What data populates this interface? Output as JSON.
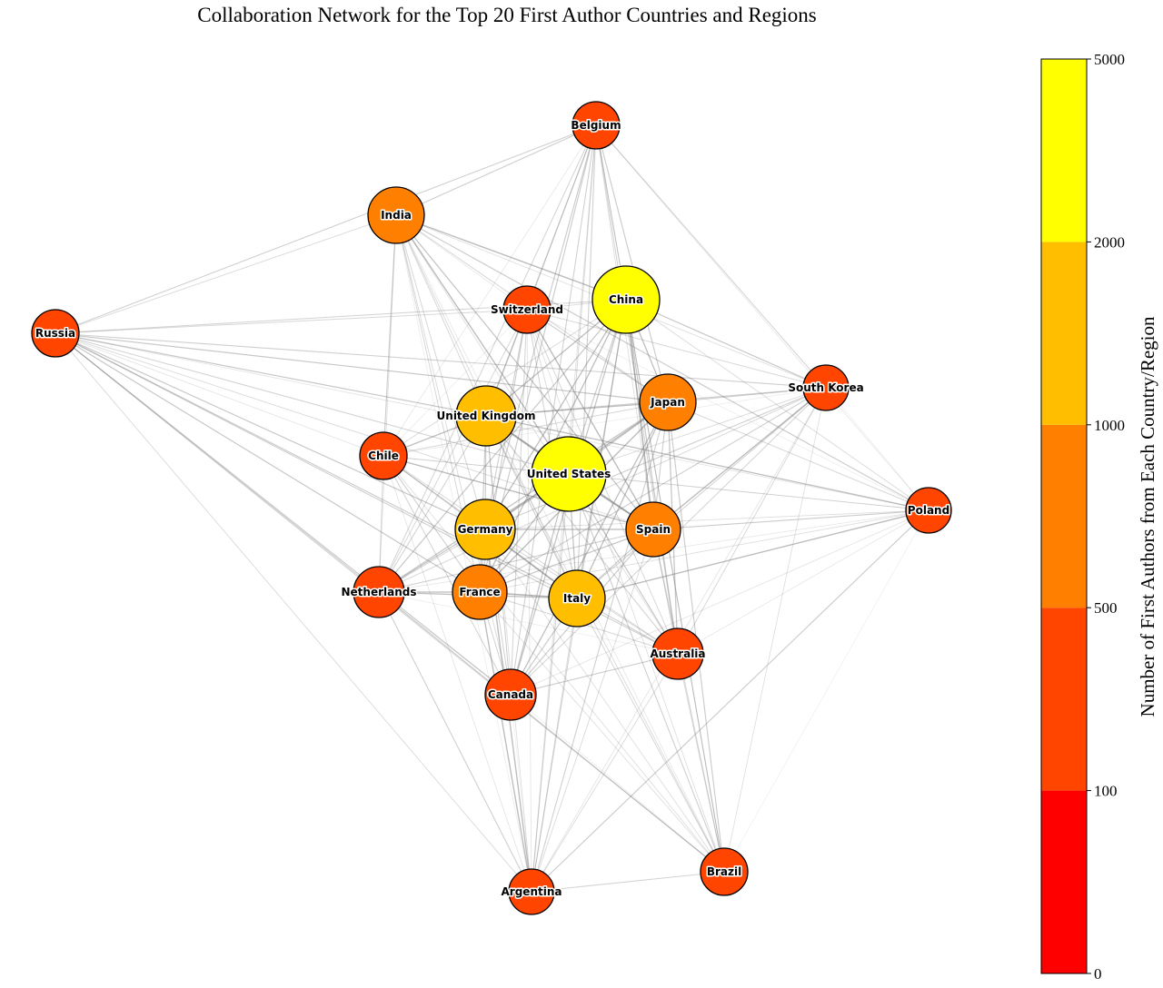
{
  "title": "Collaboration Network for the Top 20 First Author Countries and Regions",
  "colorbar": {
    "label": "Number of First Authors from Each Country/Region",
    "ticks": [
      "0",
      "100",
      "500",
      "1000",
      "2000",
      "5000"
    ],
    "bands": [
      {
        "from": "0",
        "to": "100",
        "color": "#ff0000"
      },
      {
        "from": "100",
        "to": "500",
        "color": "#ff4500"
      },
      {
        "from": "500",
        "to": "1000",
        "color": "#ff8000"
      },
      {
        "from": "1000",
        "to": "2000",
        "color": "#ffbf00"
      },
      {
        "from": "2000",
        "to": "5000",
        "color": "#ffff00"
      }
    ]
  },
  "nodes": [
    {
      "id": "belgium",
      "label": "Belgium",
      "color": "#ff4500"
    },
    {
      "id": "india",
      "label": "India",
      "color": "#ff8000"
    },
    {
      "id": "russia",
      "label": "Russia",
      "color": "#ff4500"
    },
    {
      "id": "switzerland",
      "label": "Switzerland",
      "color": "#ff4500"
    },
    {
      "id": "china",
      "label": "China",
      "color": "#ffff00"
    },
    {
      "id": "south_korea",
      "label": "South Korea",
      "color": "#ff4500"
    },
    {
      "id": "japan",
      "label": "Japan",
      "color": "#ff8000"
    },
    {
      "id": "united_kingdom",
      "label": "United Kingdom",
      "color": "#ffbf00"
    },
    {
      "id": "chile",
      "label": "Chile",
      "color": "#ff4500"
    },
    {
      "id": "united_states",
      "label": "United States",
      "color": "#ffff00"
    },
    {
      "id": "poland",
      "label": "Poland",
      "color": "#ff4500"
    },
    {
      "id": "germany",
      "label": "Germany",
      "color": "#ffbf00"
    },
    {
      "id": "spain",
      "label": "Spain",
      "color": "#ff8000"
    },
    {
      "id": "netherlands",
      "label": "Netherlands",
      "color": "#ff4500"
    },
    {
      "id": "france",
      "label": "France",
      "color": "#ff8000"
    },
    {
      "id": "italy",
      "label": "Italy",
      "color": "#ffbf00"
    },
    {
      "id": "australia",
      "label": "Australia",
      "color": "#ff4500"
    },
    {
      "id": "canada",
      "label": "Canada",
      "color": "#ff4500"
    },
    {
      "id": "brazil",
      "label": "Brazil",
      "color": "#ff4500"
    },
    {
      "id": "argentina",
      "label": "Argentina",
      "color": "#ff4500"
    }
  ]
}
